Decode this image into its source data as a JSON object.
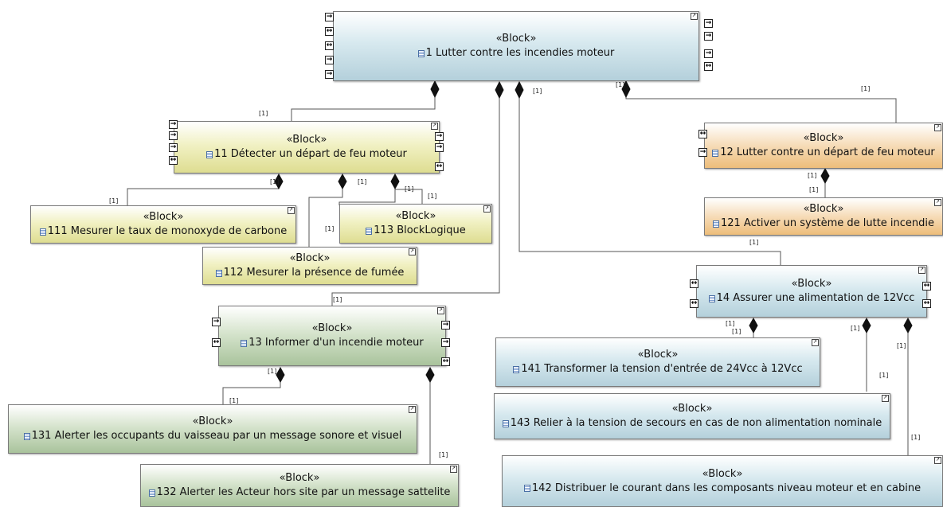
{
  "stereotype": "«Block»",
  "multiplicity": "[1]",
  "blocks": {
    "b1": {
      "name": "1 Lutter contre les incendies moteur"
    },
    "b11": {
      "name": "11 Détecter un départ de feu moteur"
    },
    "b12": {
      "name": "12 Lutter contre un départ de feu moteur"
    },
    "b121": {
      "name": "121 Activer un système de lutte incendie"
    },
    "b111": {
      "name": "111 Mesurer le taux de monoxyde de carbone"
    },
    "b113": {
      "name": "113 BlockLogique"
    },
    "b112": {
      "name": "112 Mesurer la présence de fumée"
    },
    "b14": {
      "name": "14 Assurer une alimentation de 12Vcc"
    },
    "b13": {
      "name": "13 Informer d'un incendie moteur"
    },
    "b141": {
      "name": "141 Transformer la tension d'entrée de 24Vcc à 12Vcc"
    },
    "b143": {
      "name": "143 Relier à la tension de secours en cas de non alimentation nominale"
    },
    "b131": {
      "name": "131 Alerter les occupants du vaisseau par un message sonore et visuel"
    },
    "b142": {
      "name": "142 Distribuer le courant dans les composants niveau moteur et en cabine"
    },
    "b132": {
      "name": "132 Alerter les Acteur hors site par un message sattelite"
    }
  },
  "port_icons": {
    "in": "→",
    "inout": "↔",
    "out": "→"
  }
}
